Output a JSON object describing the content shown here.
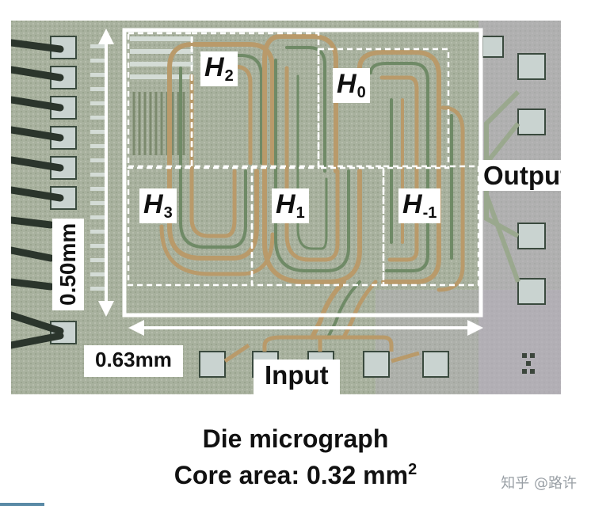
{
  "die_photo": {
    "labels": {
      "h2": {
        "letter": "H",
        "sub": "2"
      },
      "h0": {
        "letter": "H",
        "sub": "0"
      },
      "h3": {
        "letter": "H",
        "sub": "3"
      },
      "h1": {
        "letter": "H",
        "sub": "1"
      },
      "hm1": {
        "letter": "H",
        "sub": "-1"
      }
    },
    "output_label": "Output",
    "input_label": "Input",
    "width_label": "0.63mm",
    "height_label": "0.50mm"
  },
  "caption": {
    "title": "Die micrograph",
    "area_text": "Core area: 0.32 mm",
    "area_sup": "2"
  },
  "watermark": "知乎 @路许",
  "colors": {
    "substrate": "#a8b19e",
    "trace_gold": "#b99a6a",
    "trace_green": "#6f8a66",
    "pad": "#b7c4c4",
    "wire": "#2e3a2e"
  }
}
